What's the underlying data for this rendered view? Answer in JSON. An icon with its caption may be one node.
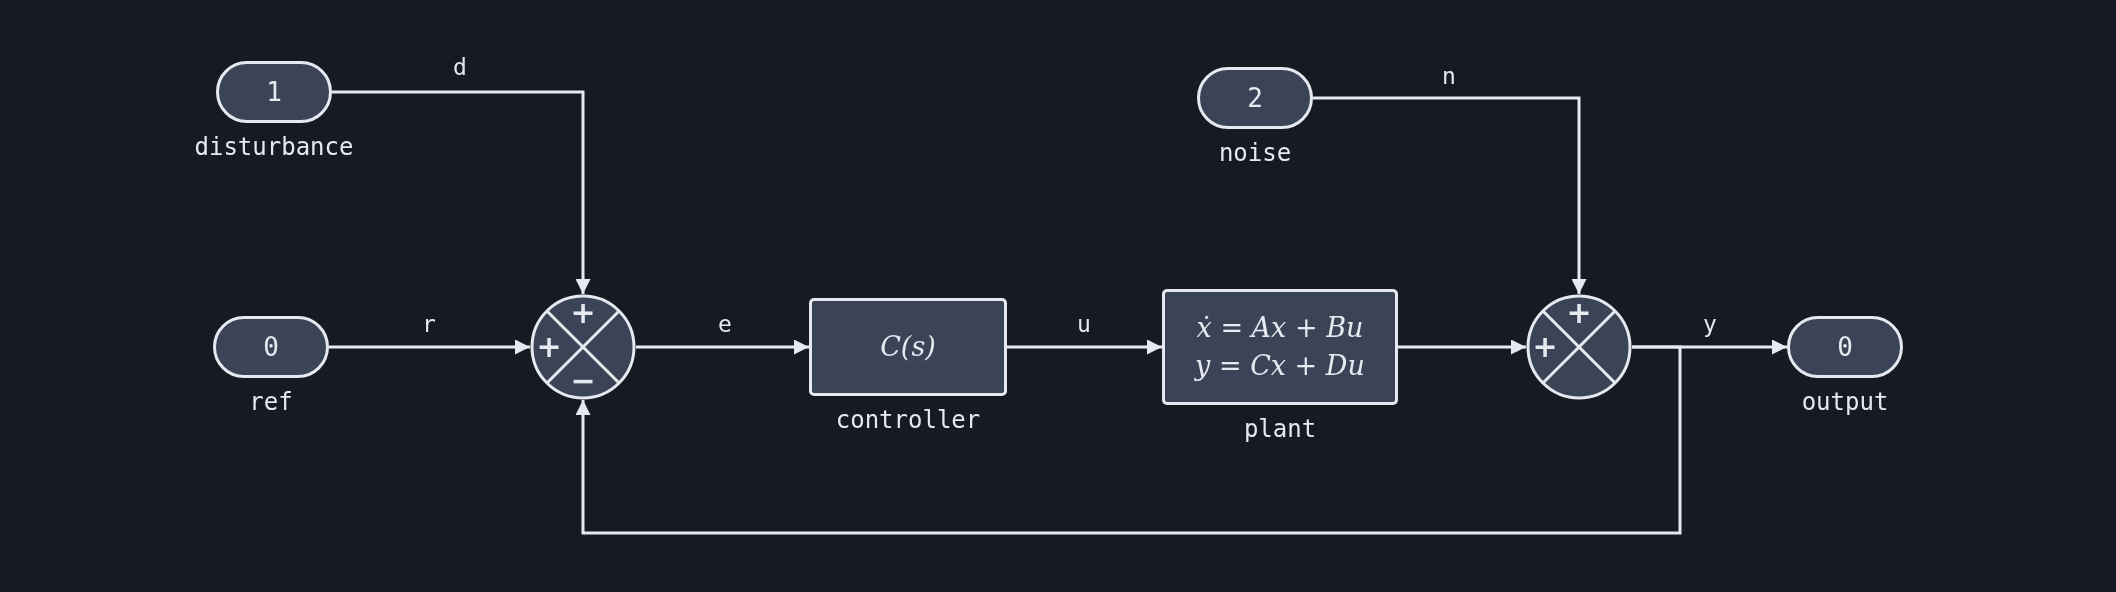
{
  "diagram": {
    "nodes": [
      {
        "text": [
          "1"
        ],
        "beside": [
          "disturbance"
        ]
      },
      {
        "text": [
          "2"
        ],
        "beside": [
          "noise"
        ]
      },
      {
        "text": [
          "0"
        ],
        "beside": [
          "ref"
        ]
      },
      {
        "text": [
          "+",
          "+",
          "−"
        ]
      },
      {
        "text": [
          "C(s)"
        ],
        "beside": [
          "controller"
        ]
      },
      {
        "text": [
          "ẋ = Ax + Bu",
          "y = Cx + Du"
        ],
        "beside": [
          "plant"
        ]
      },
      {
        "text": [
          "+",
          "+"
        ]
      },
      {
        "text": [
          "0"
        ],
        "beside": [
          "output"
        ]
      }
    ],
    "edges": [
      {
        "from": 0,
        "to": 3,
        "arrow": "to",
        "label": "d"
      },
      {
        "from": 1,
        "to": 6,
        "arrow": "to",
        "label": "n"
      },
      {
        "from": 2,
        "to": 3,
        "arrow": "to",
        "label": "r"
      },
      {
        "from": 3,
        "to": 4,
        "arrow": "to",
        "label": "e"
      },
      {
        "from": 4,
        "to": 5,
        "arrow": "to",
        "label": "u"
      },
      {
        "from": 5,
        "to": 6,
        "arrow": "to"
      },
      {
        "from": 6,
        "to": 7,
        "arrow": "to",
        "label": "y"
      },
      {
        "from": 6,
        "to": 3,
        "arrow": "to"
      }
    ]
  }
}
